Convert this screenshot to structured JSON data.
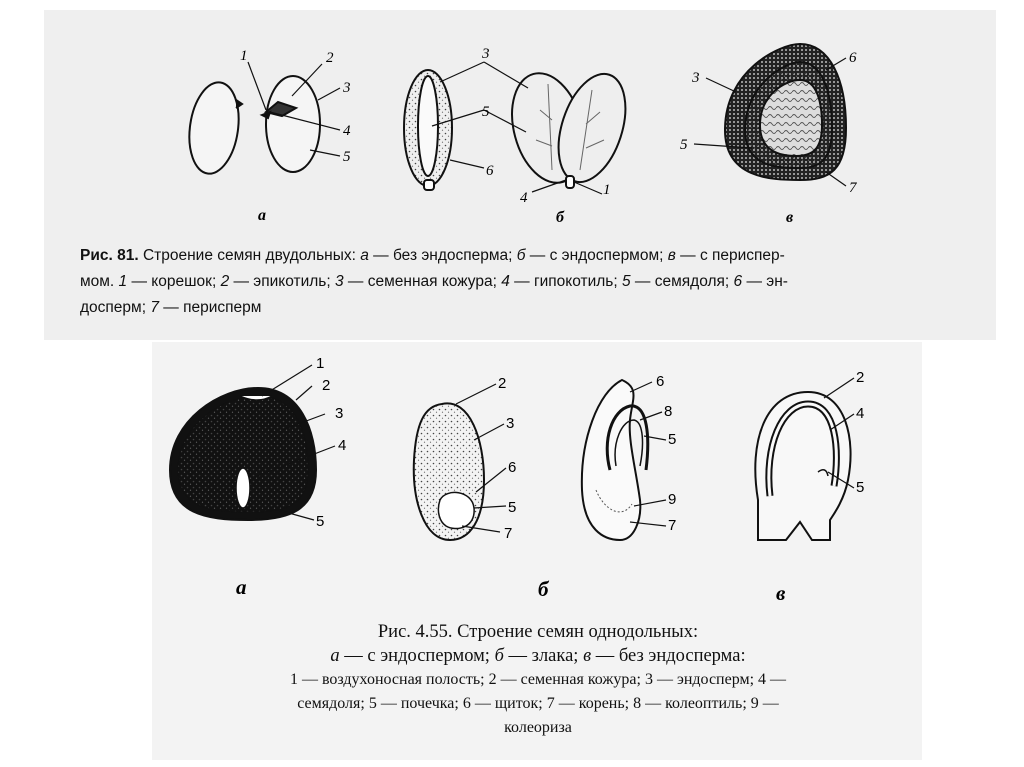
{
  "top_figure": {
    "part_letters": [
      "а",
      "б",
      "в"
    ],
    "labels": {
      "a": [
        "1",
        "2",
        "3",
        "4",
        "5"
      ],
      "b": [
        "3",
        "5",
        "6",
        "4",
        "1"
      ],
      "c": [
        "3",
        "6",
        "5",
        "7"
      ]
    },
    "caption": {
      "title": "Рис. 81.",
      "line1": " Строение семян двудольных: ",
      "a_letter": "а",
      "a_text": " — без эндосперма; ",
      "b_letter": "б",
      "b_text": " — с эндоспермом; ",
      "c_letter": "в",
      "c_text": " — с периспер-",
      "line2": "мом. ",
      "i1": "1",
      "t1": " — корешок; ",
      "i2": "2",
      "t2": " — эпикотиль; ",
      "i3": "3",
      "t3": " — семенная кожура; ",
      "i4": "4",
      "t4": " — гипокотиль; ",
      "i5": "5",
      "t5": " — семядоля; ",
      "i6": "6",
      "t6": " — эн-",
      "line3": "досперм; ",
      "i7": "7",
      "t7": " — перисперм"
    }
  },
  "bottom_figure": {
    "part_letters": [
      "а",
      "б",
      "в"
    ],
    "labels": {
      "a": [
        "1",
        "2",
        "3",
        "4",
        "5"
      ],
      "b": [
        "2",
        "3",
        "6",
        "5",
        "7"
      ],
      "c": [
        "6",
        "8",
        "5",
        "9",
        "7"
      ],
      "d": [
        "2",
        "4",
        "5"
      ]
    },
    "caption": {
      "title": "Рис. 4.55. Строение семян однодольных:",
      "a_letter": "а",
      "a_text": " — с эндоспермом; ",
      "b_letter": "б",
      "b_text": " — злака; ",
      "c_letter": "в",
      "c_text": " — без эндосперма:",
      "legend_line1": "1 — воздухоносная полость; 2 — семенная кожура; 3 — эндосперм; 4 —",
      "legend_line2": "семядоля; 5 — почечка; 6 — щиток; 7 — корень; 8 — колеоптиль; 9 —",
      "legend_line3": "колеориза"
    }
  }
}
